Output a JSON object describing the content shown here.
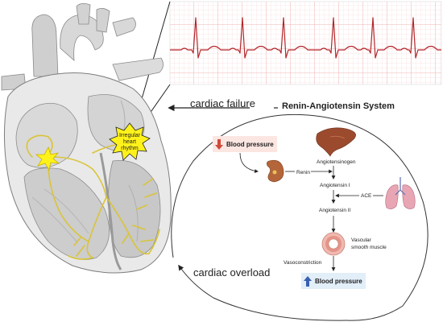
{
  "heart": {
    "badge_line1": "Irregular",
    "badge_line2": "heart",
    "badge_line3": "rhythm"
  },
  "cycle": {
    "top_label": "cardiac failure",
    "bottom_label": "cardiac overload"
  },
  "ras": {
    "title": "Renin-Angiotensin System",
    "bp_decrease": "Blood pressure",
    "renin": "Renin",
    "angiotensinogen": "Angiotensinogen",
    "angiotensin1": "Angiotensin I",
    "ace": "ACE",
    "angiotensin2": "Angiotensin II",
    "vascular_line1": "Vascular",
    "vascular_line2": "smooth muscle",
    "vasoconstriction": "Vasoconstriction",
    "bp_increase": "Blood pressure"
  },
  "colors": {
    "ecg_line": "#b3262a",
    "ecg_grid": "#f3b6b6",
    "nerve": "#d9c43a",
    "badge": "#fff21a",
    "arrow_down": "#d04a3a",
    "arrow_up": "#3a5fb0"
  }
}
